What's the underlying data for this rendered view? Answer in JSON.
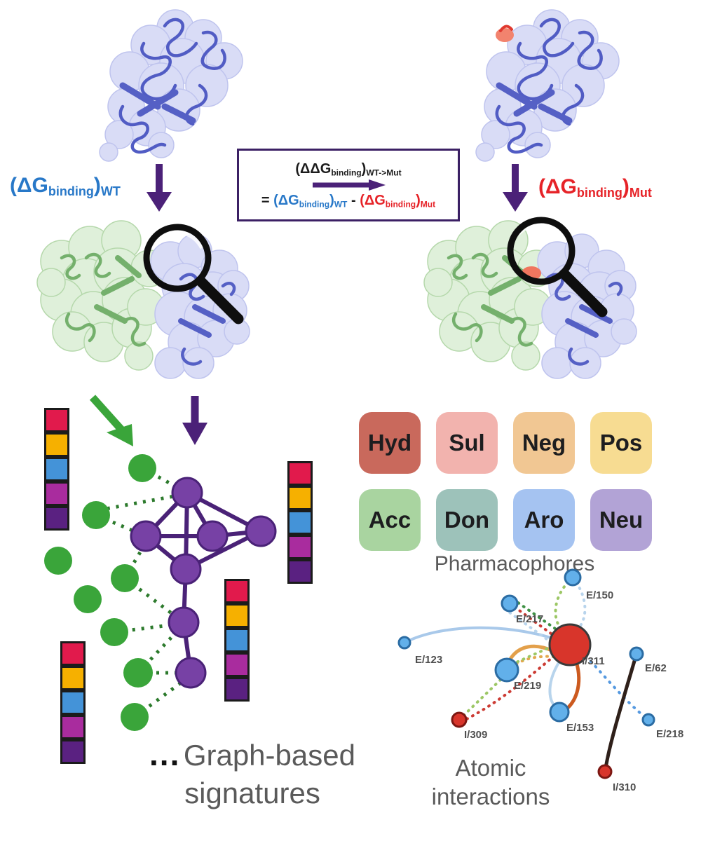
{
  "labels": {
    "wt": {
      "pre": "(ΔG",
      "sub": "binding",
      "close": ")",
      "chain": "WT"
    },
    "mut": {
      "pre": "(ΔG",
      "sub": "binding",
      "close": ")",
      "chain": "Mut"
    }
  },
  "equation": {
    "top_pre": "(ΔΔG",
    "top_sub": "binding",
    "top_close": ")",
    "top_chain": "WT->Mut",
    "equals": "=",
    "wt_pre": "(ΔG",
    "wt_sub": "binding",
    "wt_close": ")",
    "wt_chain": "WT",
    "minus": "-",
    "mut_pre": "(ΔG",
    "mut_sub": "binding",
    "mut_close": ")",
    "mut_chain": "Mut"
  },
  "graph_signatures": {
    "ellipsis": "...",
    "caption_line1": "Graph-based",
    "caption_line2": "signatures",
    "bar_colors": [
      "#e11a4c",
      "#f6b000",
      "#4493d8",
      "#a92c9e",
      "#5a2181"
    ]
  },
  "pharmacophores": {
    "caption": "Pharmacophores",
    "items": [
      {
        "label": "Hyd",
        "color": "#c9695c"
      },
      {
        "label": "Sul",
        "color": "#f2b3ae"
      },
      {
        "label": "Neg",
        "color": "#f1c793"
      },
      {
        "label": "Pos",
        "color": "#f7dc92"
      },
      {
        "label": "Acc",
        "color": "#a9d4a0"
      },
      {
        "label": "Don",
        "color": "#9dc2ba"
      },
      {
        "label": "Aro",
        "color": "#a5c3f1"
      },
      {
        "label": "Neu",
        "color": "#b2a3d6"
      }
    ]
  },
  "atomic": {
    "caption_line1": "Atomic",
    "caption_line2": "interactions",
    "nodes": [
      {
        "label": "E/150",
        "color": "blue",
        "size": "small"
      },
      {
        "label": "E/217",
        "color": "blue",
        "size": "small"
      },
      {
        "label": "E/123",
        "color": "blue",
        "size": "small"
      },
      {
        "label": "I/311",
        "color": "red",
        "size": "large"
      },
      {
        "label": "E/219",
        "color": "blue",
        "size": "medium"
      },
      {
        "label": "I/309",
        "color": "red",
        "size": "small"
      },
      {
        "label": "E/153",
        "color": "blue",
        "size": "medium"
      },
      {
        "label": "E/62",
        "color": "blue",
        "size": "small"
      },
      {
        "label": "E/218",
        "color": "blue",
        "size": "small"
      },
      {
        "label": "I/310",
        "color": "red",
        "size": "small"
      }
    ],
    "edges": [
      {
        "from": "E/123",
        "to": "I/311",
        "style": "solid",
        "color": "#a9c9ea"
      },
      {
        "from": "E/150",
        "to": "I/311",
        "style": "dotted",
        "color": "#9cc765"
      },
      {
        "from": "E/150",
        "to": "I/311",
        "style": "dotted",
        "color": "#b8d4ec"
      },
      {
        "from": "E/217",
        "to": "I/311",
        "style": "dotted",
        "color": "#cc3b33"
      },
      {
        "from": "E/217",
        "to": "I/311",
        "style": "dotted",
        "color": "#3f9144"
      },
      {
        "from": "E/219",
        "to": "I/311",
        "style": "solid",
        "color": "#e3a04b"
      },
      {
        "from": "I/309",
        "to": "I/311",
        "style": "dotted",
        "color": "#cc3b33"
      },
      {
        "from": "I/309",
        "to": "E/219",
        "style": "dotted",
        "color": "#9cc765"
      },
      {
        "from": "I/311",
        "to": "E/153",
        "style": "solid",
        "color": "#b8d4ec"
      },
      {
        "from": "I/311",
        "to": "E/153",
        "style": "solid",
        "color": "#cc5a1f"
      },
      {
        "from": "I/311",
        "to": "E/218",
        "style": "dotted",
        "color": "#5599e0"
      },
      {
        "from": "E/62",
        "to": "I/310",
        "style": "solid",
        "color": "#2f201a"
      }
    ]
  },
  "colors": {
    "wt_text": "#2878c8",
    "mut_text": "#e62328",
    "arrow_purple": "#4b2178",
    "arrow_green": "#3aa53a",
    "node_green": "#3aa53a",
    "node_purple": "#7741a5",
    "surface_blue": "#d9dcf6",
    "surface_green": "#dff0da",
    "mutation_red": "#f07a6a"
  }
}
